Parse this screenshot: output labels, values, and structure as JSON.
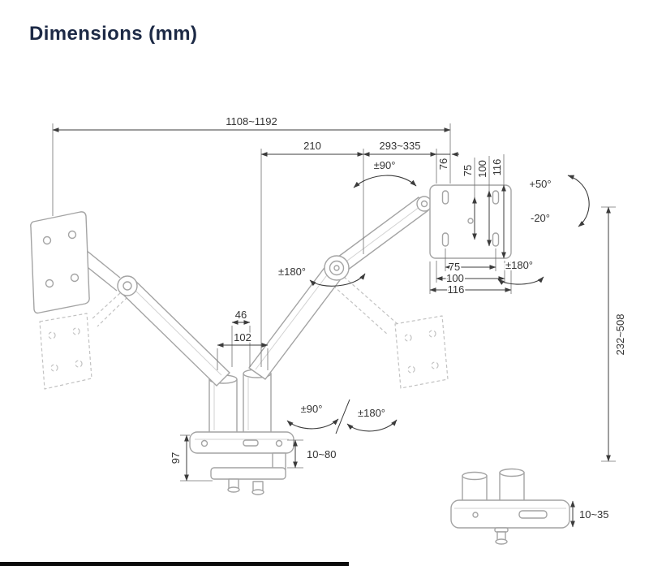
{
  "title": "Dimensions (mm)",
  "labels": {
    "total_width": "1108~1192",
    "seg_inner": "210",
    "seg_outer": "293~335",
    "plate_offset": "76",
    "vesa_v_75": "75",
    "vesa_v_100": "100",
    "vesa_v_116": "116",
    "vesa_h_75": "75",
    "vesa_h_100": "100",
    "vesa_h_116": "116",
    "tilt_up": "+50°",
    "tilt_down": "-20°",
    "plate_rotation": "±180°",
    "height_range": "232~508",
    "swivel_head": "±90°",
    "swivel_elbow": "±180°",
    "pole_offset": "46",
    "pole_width": "102",
    "swivel_base_90": "±90°",
    "swivel_base_180": "±180°",
    "clamp_height": "97",
    "desk_thickness_clamp": "10~80",
    "desk_thickness_grommet": "10~35"
  }
}
